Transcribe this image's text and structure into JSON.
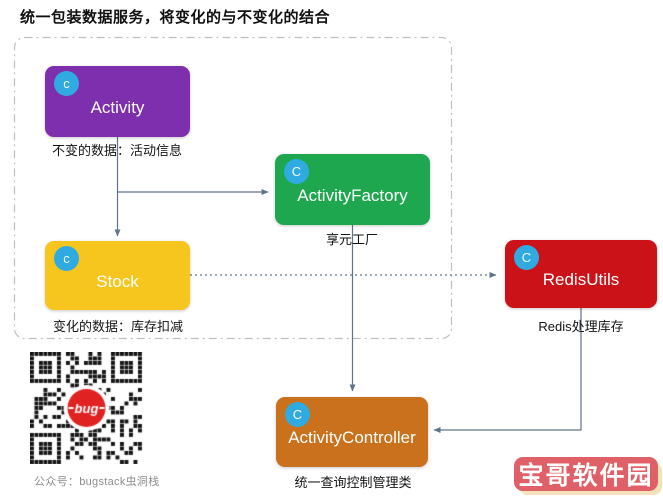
{
  "title": "统一包装数据服务，将变化的与不变化的结合",
  "diagram": {
    "line_color": "#5f7389",
    "icon_color": "#2fabe1",
    "container_border_color": "#bcc0c4",
    "nodes": [
      {
        "id": "activity",
        "label": "Activity",
        "icon": "c",
        "color": "#7d2fae",
        "caption": "不变的数据：活动信息"
      },
      {
        "id": "activityFactory",
        "label": "ActivityFactory",
        "icon": "C",
        "color": "#1fa750",
        "caption": "享元工厂"
      },
      {
        "id": "stock",
        "label": "Stock",
        "icon": "c",
        "color": "#f6c51e",
        "caption": "变化的数据：库存扣减"
      },
      {
        "id": "redisUtils",
        "label": "RedisUtils",
        "icon": "C",
        "color": "#cb1218",
        "caption": "Redis处理库存"
      },
      {
        "id": "activityController",
        "label": "ActivityController",
        "icon": "C",
        "color": "#c9711d",
        "caption": "统一查询控制管理类"
      }
    ],
    "edges": [
      {
        "from": "Activity",
        "to": "Stock",
        "style": "solid"
      },
      {
        "from": "Activity",
        "to": "ActivityFactory",
        "style": "solid"
      },
      {
        "from": "Stock",
        "to": "RedisUtils",
        "style": "dotted"
      },
      {
        "from": "ActivityFactory",
        "to": "ActivityController",
        "style": "solid"
      },
      {
        "from": "RedisUtils",
        "to": "ActivityController",
        "style": "solid"
      }
    ]
  },
  "qr": {
    "caption": "公众号：bugstack虫洞栈",
    "logo_text": "bug",
    "logo_color": "#e02322"
  },
  "watermark": {
    "text": "宝哥软件园",
    "bg_color": "#df6066",
    "shadow_color": "#f3e2ba",
    "text_color": "#ffffff"
  }
}
